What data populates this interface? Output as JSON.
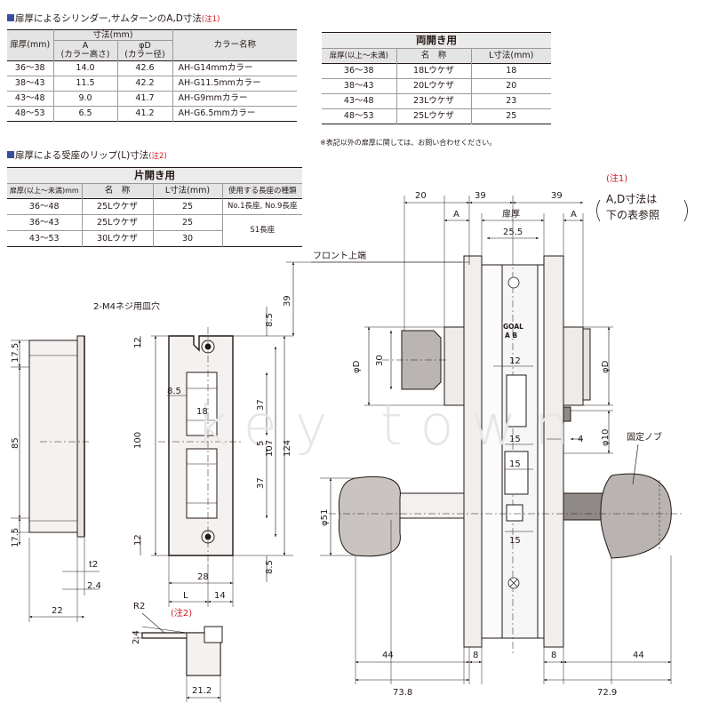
{
  "cylinder_section": {
    "title": "扉厚によるシリンダー,サムターンのA,D寸法",
    "note": "(注1)",
    "table": {
      "col_thickness": "扉厚(mm)",
      "col_group": "寸法(mm)",
      "col_a": "A",
      "col_a_sub": "(カラー高さ)",
      "col_d": "φD",
      "col_d_sub": "(カラー径)",
      "col_color": "カラー名称",
      "rows": [
        {
          "thickness": "36～38",
          "a": "14.0",
          "d": "42.6",
          "color": "AH-G14mmカラー"
        },
        {
          "thickness": "38～43",
          "a": "11.5",
          "d": "42.2",
          "color": "AH-G11.5mmカラー"
        },
        {
          "thickness": "43～48",
          "a": "9.0",
          "d": "41.7",
          "color": "AH-G9mmカラー"
        },
        {
          "thickness": "48～53",
          "a": "6.5",
          "d": "41.2",
          "color": "AH-G6.5mmカラー"
        }
      ]
    }
  },
  "double_door": {
    "title": "両開き用",
    "col_thickness": "扉厚(以上～未満)",
    "col_name": "名　称",
    "col_l": "L寸法(mm)",
    "rows": [
      {
        "thickness": "36～38",
        "name": "18Lウケザ",
        "l": "18"
      },
      {
        "thickness": "38～43",
        "name": "20Lウケザ",
        "l": "20"
      },
      {
        "thickness": "43～48",
        "name": "23Lウケザ",
        "l": "23"
      },
      {
        "thickness": "48～53",
        "name": "25Lウケザ",
        "l": "25"
      }
    ],
    "footnote": "※表記以外の扉厚に関しては、お問い合わせください。"
  },
  "strike_section": {
    "title": "扉厚による受座のリップ(L)寸法",
    "note": "(注2)"
  },
  "single_door": {
    "title": "片開き用",
    "col_thickness": "扉厚(以上～未満)mm",
    "col_name": "名　称",
    "col_l": "L寸法(mm)",
    "col_front": "使用する長座の種類",
    "rows": [
      {
        "thickness": "36～48",
        "name": "25Lウケザ",
        "l": "25",
        "front": "No.1長座, No.9長座"
      },
      {
        "thickness": "36～43",
        "name": "25Lウケザ",
        "l": "25",
        "front": "S1長座"
      },
      {
        "thickness": "43～53",
        "name": "30Lウケザ",
        "l": "30",
        "front": ""
      }
    ]
  },
  "drawing": {
    "labels": {
      "screw_holes": "2-M4ネジ用皿穴",
      "front_top": "フロント上端",
      "thickness": "扉厚",
      "fixed_knob": "固定ノブ",
      "note1": "(注1)",
      "note1_line1": "A,D寸法は",
      "note1_line2": "下の表参照",
      "note2": "(注2)",
      "r2": "R2",
      "a": "A",
      "l": "L",
      "phi_d": "φD",
      "t2": "t2",
      "phi10": "φ10",
      "phi51": "φ51",
      "brand1": "GOAL",
      "brand2": "A B",
      "watermark": "key town"
    },
    "dims": {
      "d17_5": "17.5",
      "d85": "85",
      "d22": "22",
      "d2_4": "2.4",
      "d12": "12",
      "d8_5": "8.5",
      "d18": "18",
      "d37": "37",
      "d100": "100",
      "d5": "5",
      "d107": "107",
      "d124": "124",
      "d39": "39",
      "d28": "28",
      "d14": "14",
      "d21_2": "21.2",
      "d20": "20",
      "d25_5": "25.5",
      "d30": "30",
      "d15": "15",
      "d4": "4",
      "d44": "44",
      "d8": "8",
      "d73_8": "73.8",
      "d72_9": "72.9"
    }
  }
}
